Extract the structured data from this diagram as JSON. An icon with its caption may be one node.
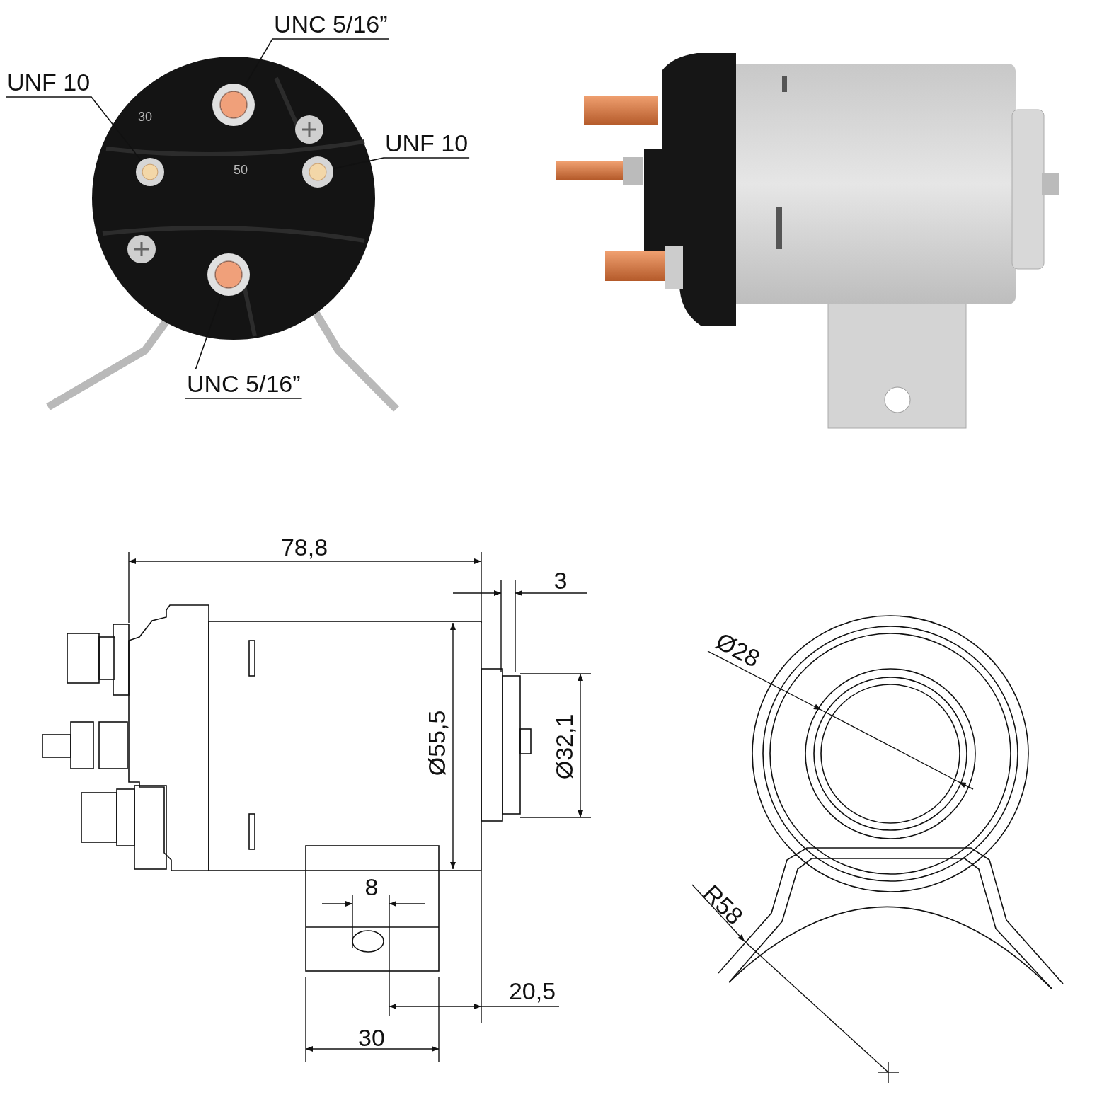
{
  "diagram": {
    "nodes": [
      {
        "text": [],
        "shape": "picture"
      },
      {
        "text": [
          "UNC 5/16”"
        ]
      },
      {
        "text": [],
        "shape": "circle",
        "in": 0
      },
      {
        "text": [
          "UNF 10"
        ]
      },
      {
        "text": [],
        "shape": "circle",
        "in": 0
      },
      {
        "text": [
          "UNF 10"
        ]
      },
      {
        "text": [],
        "shape": "circle",
        "in": 0
      },
      {
        "text": [
          "UNC 5/16”"
        ]
      },
      {
        "text": [],
        "shape": "circle",
        "in": 0
      }
    ],
    "edges": [
      {
        "from": 1,
        "to": 2,
        "arrow": "none"
      },
      {
        "from": 3,
        "to": 4,
        "arrow": "none"
      },
      {
        "from": 5,
        "to": 6,
        "arrow": "none"
      },
      {
        "from": 7,
        "to": 8,
        "arrow": "none"
      }
    ],
    "labels": [
      "30",
      "50",
      "78,8",
      "3",
      "Ø28",
      "Ø55,5",
      "Ø32,1",
      "8",
      "R58",
      "20,5",
      "30"
    ]
  }
}
